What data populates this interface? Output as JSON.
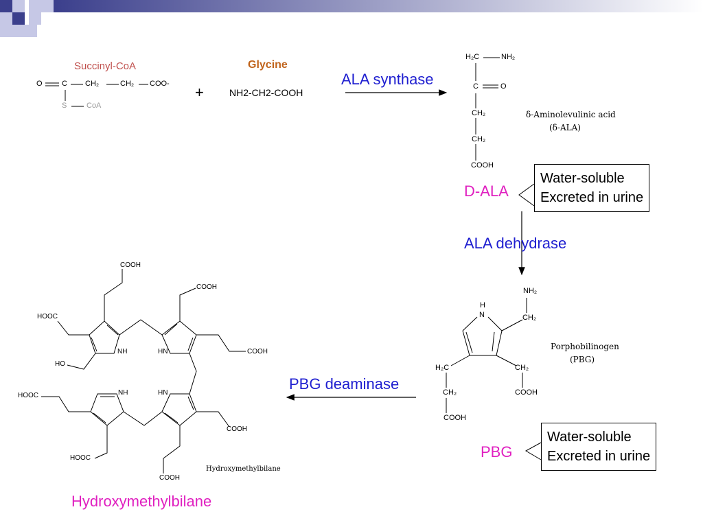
{
  "colors": {
    "succinyl_label": "#c0504d",
    "glycine_label": "#c0631b",
    "enzyme": "#1f1fd0",
    "magenta": "#e020c0",
    "deco_dark": "#3b3f8c",
    "deco_light": "#c6c8e6"
  },
  "succinyl": {
    "label": "Succinyl-CoA",
    "o": "O",
    "c": "C",
    "ch2a": "CH₂",
    "ch2b": "CH₂",
    "coo": "COO-",
    "s": "S",
    "coa": "CoA"
  },
  "plus": "+",
  "glycine": {
    "label": "Glycine",
    "formula": "NH2-CH2-COOH"
  },
  "enzymes": {
    "ala_synthase": "ALA synthase",
    "ala_dehydrase": "ALA dehydrase",
    "pbg_deaminase": "PBG deaminase"
  },
  "ala": {
    "h2c": "H₂C",
    "nh2": "NH₂",
    "c": "C",
    "o": "O",
    "ch2a": "CH₂",
    "ch2b": "CH₂",
    "cooh": "COOH",
    "name_line1": "δ-Aminolevulinic acid",
    "name_line2": "(δ-ALA)",
    "label": "D-ALA"
  },
  "pbg": {
    "h": "H",
    "n": "N",
    "nh2": "NH₂",
    "ch2": "CH₂",
    "h2c": "H₂C",
    "ch2b": "CH₂",
    "ch2c": "CH₂",
    "cooh_a": "COOH",
    "cooh_b": "COOH",
    "name_line1": "Porphobilinogen",
    "name_line2": "(PBG)",
    "label": "PBG"
  },
  "callouts": {
    "ala_line1": "Water-soluble",
    "ala_line2": "Excreted in urine",
    "pbg_line1": "Water-soluble",
    "pbg_line2": "Excreted in urine"
  },
  "hmb": {
    "cooh": "COOH",
    "hooc": "HOOC",
    "nh": "NH",
    "hn": "HN",
    "ho": "HO",
    "name_small": "Hydroxymethylbilane",
    "label": "Hydroxymethylbilane"
  }
}
